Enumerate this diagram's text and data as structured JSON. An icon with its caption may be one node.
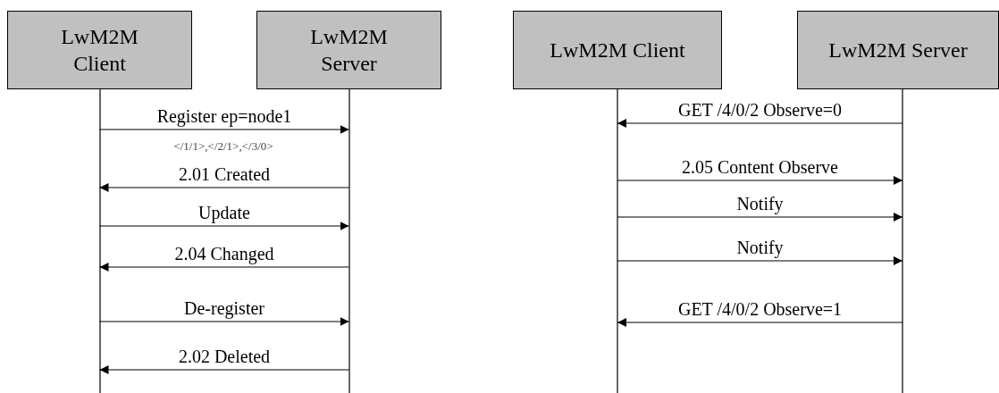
{
  "diagram": {
    "nodes": [
      {
        "text": [
          "LwM2M Client"
        ]
      },
      {
        "text": [
          "LwM2M Server"
        ]
      },
      {
        "text": [
          "LwM2M Client"
        ]
      },
      {
        "text": [
          "LwM2M Server"
        ]
      }
    ],
    "edges": [
      {
        "from": 0,
        "to": 1,
        "arrow": "to",
        "label": "Register ep=node1"
      },
      {
        "from": 1,
        "to": 0,
        "arrow": "to",
        "label": "2.01 Created"
      },
      {
        "from": 0,
        "to": 1,
        "arrow": "to",
        "label": "Update"
      },
      {
        "from": 1,
        "to": 0,
        "arrow": "to",
        "label": "2.04 Changed"
      },
      {
        "from": 0,
        "to": 1,
        "arrow": "to",
        "label": "De-register"
      },
      {
        "from": 1,
        "to": 0,
        "arrow": "to",
        "label": "2.02 Deleted"
      },
      {
        "from": 3,
        "to": 2,
        "arrow": "to",
        "label": "GET /4/0/2 Observe=0"
      },
      {
        "from": 2,
        "to": 3,
        "arrow": "to",
        "label": "2.05 Content Observe"
      },
      {
        "from": 2,
        "to": 3,
        "arrow": "to",
        "label": "Notify"
      },
      {
        "from": 2,
        "to": 3,
        "arrow": "to",
        "label": "Notify"
      },
      {
        "from": 3,
        "to": 2,
        "arrow": "to",
        "label": "GET /4/0/2 Observe=1"
      }
    ],
    "labels": [
      "</1/1>,</2/1>,</3/0>"
    ]
  }
}
